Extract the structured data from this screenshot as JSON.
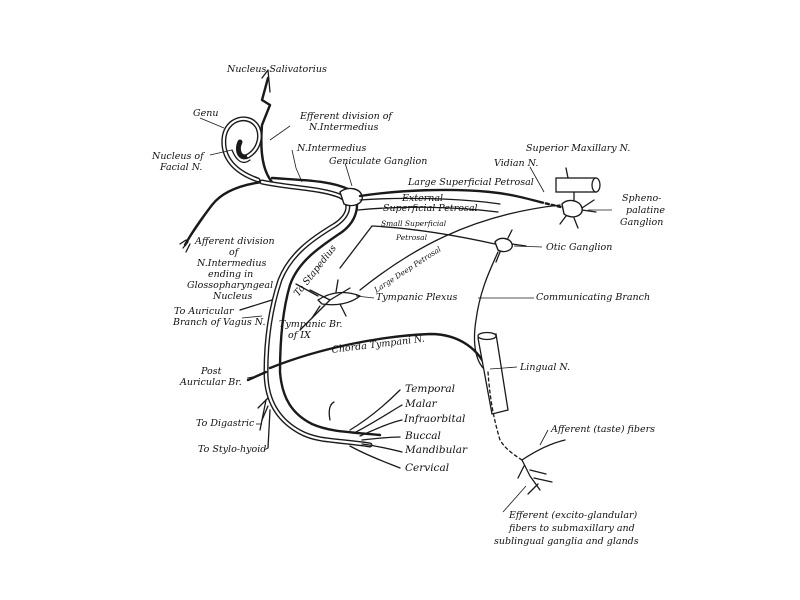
{
  "labels": {
    "nucleus_salivatorius": "Nucleus Salivatorius",
    "genu": "Genu",
    "efferent_division_1": "Efferent division of",
    "efferent_division_2": "N.Intermedius",
    "nucleus_facial_1": "Nucleus of",
    "nucleus_facial_2": "Facial N.",
    "n_intermedius": "N.Intermedius",
    "geniculate_ganglion": "Geniculate Ganglion",
    "superior_maxillary": "Superior Maxillary N.",
    "vidian": "Vidian N.",
    "large_superficial_petrosal": "Large Superficial Petrosal",
    "external_sup_petrosal_1": "External",
    "external_sup_petrosal_2": "Superficial Petrosal",
    "spheno_palatine_1": "Spheno-",
    "spheno_palatine_2": "palatine",
    "spheno_palatine_3": "Ganglion",
    "small_superficial": "Small Superficial",
    "petrosal": "Petrosal",
    "large_deep_petrosal": "Large Deep Petrosal",
    "afferent_division_1": "Afferent division",
    "afferent_division_2": "of",
    "afferent_division_3": "N.Intermedius",
    "afferent_division_4": "ending in",
    "afferent_division_5": "Glossopharyngeal",
    "afferent_division_6": "Nucleus",
    "otic_ganglion": "Otic Ganglion",
    "to_stapedius": "To Stapedius",
    "tympanic_plexus": "Tympanic Plexus",
    "communicating_branch": "Communicating Branch",
    "to_auricular_1": "To Auricular",
    "to_auricular_2": "Branch of Vagus N.",
    "tympanic_br_1": "Tympanic Br.",
    "tympanic_br_2": "of IX",
    "chorda_tympani": "Chorda Tympani N.",
    "lingual": "Lingual N.",
    "post_auricular_1": "Post",
    "post_auricular_2": "Auricular Br.",
    "temporal": "Temporal",
    "malar": "Malar",
    "infraorbital": "Infraorbital",
    "buccal": "Buccal",
    "mandibular": "Mandibular",
    "cervical": "Cervical",
    "to_digastric": "To Digastric",
    "to_stylo_hyoid": "To Stylo-hyoid",
    "afferent_taste": "Afferent (taste) fibers",
    "efferent_glandular_1": "Efferent (excito-glandular)",
    "efferent_glandular_2": "fibers to submaxillary and",
    "efferent_glandular_3": "sublingual ganglia and glands"
  }
}
